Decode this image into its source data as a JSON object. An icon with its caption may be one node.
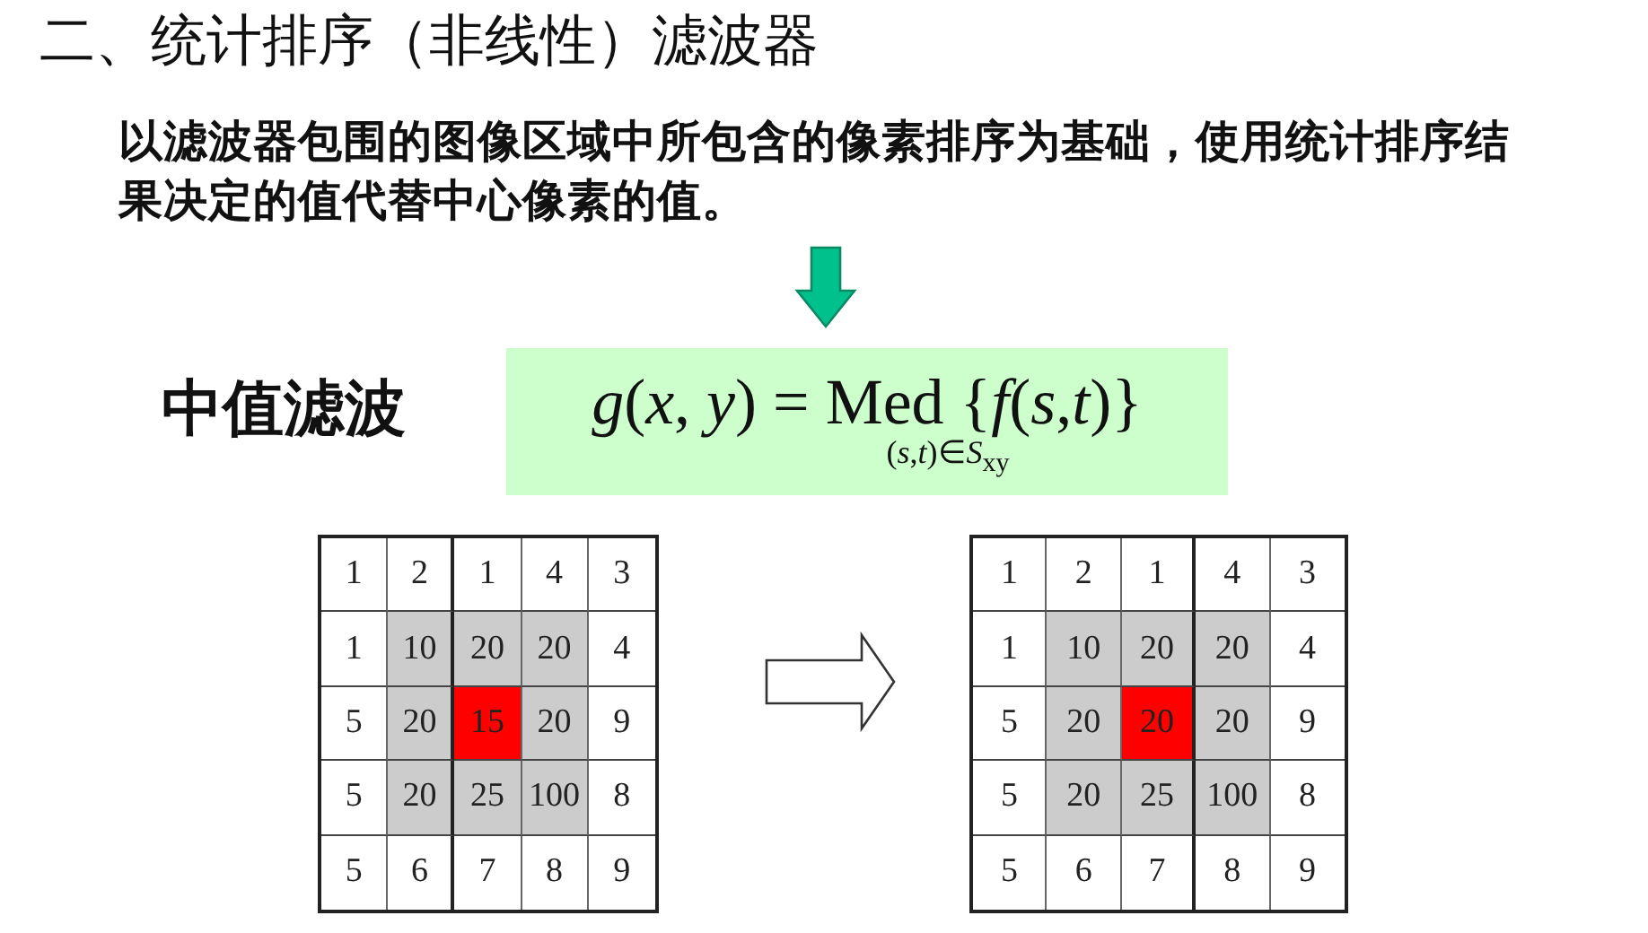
{
  "diagram": {
    "title": "二、统计排序（非线性）滤波器",
    "nodes": [
      {
        "text": [
          "以滤波器包围的图像区域中所包含的像素排序为基础，使用统计排序结果决定的值代替中心像素的值。"
        ]
      },
      {
        "text": [
          "*g*(*x*, *y*) = Med {*f*(*s*,*t*)}",
          "(*s*,*t*)∈*S*$_{xy}$"
        ]
      },
      {
        "text": [
          "1",
          "2",
          "1",
          "4",
          "3",
          "1",
          "10",
          "20",
          "20",
          "4",
          "5",
          "20",
          "15",
          "20",
          "9",
          "5",
          "20",
          "25",
          "100",
          "8",
          "5",
          "6",
          "7",
          "8",
          "9"
        ]
      },
      {
        "text": [
          "1",
          "2",
          "1",
          "4",
          "3",
          "1",
          "10",
          "20",
          "20",
          "4",
          "5",
          "20",
          "20",
          "20",
          "9",
          "5",
          "20",
          "25",
          "100",
          "8",
          "5",
          "6",
          "7",
          "8",
          "9"
        ]
      }
    ],
    "edges": [
      {
        "from": 0,
        "to": 1,
        "arrow": "to",
        "color": "#00c08b"
      },
      {
        "from": 2,
        "to": 3,
        "arrow": "to"
      }
    ],
    "labels": [
      "中值滤波"
    ]
  }
}
